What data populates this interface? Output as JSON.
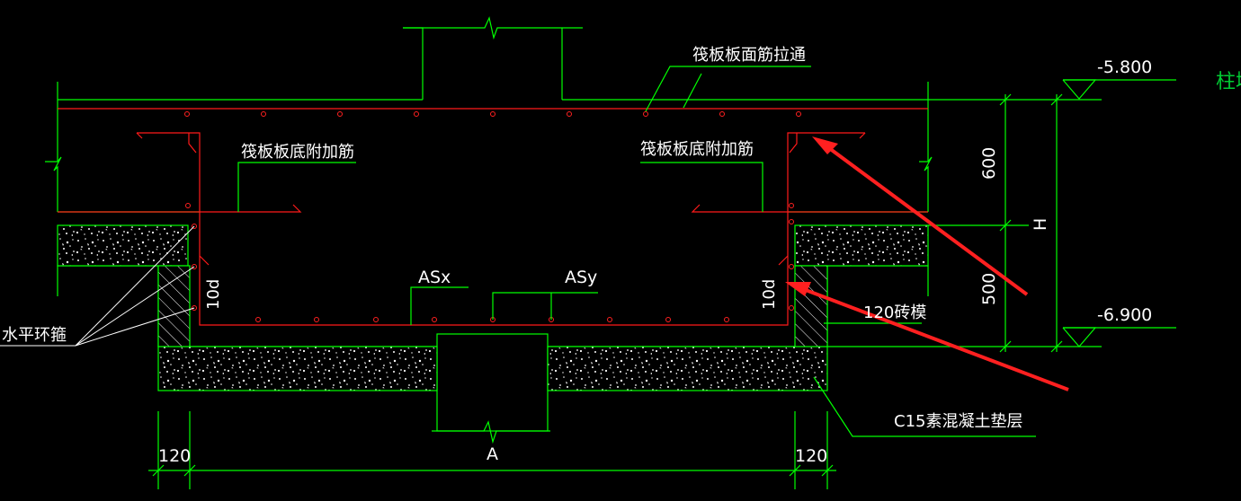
{
  "labels": {
    "top_rebar": "筏板板面筋拉通",
    "bottom_extra_left": "筏板板底附加筋",
    "bottom_extra_right": "筏板板底附加筋",
    "asx": "ASx",
    "asy": "ASy",
    "lap_left": "10d",
    "lap_right": "10d",
    "brick_mold": "120砖模",
    "hoop": "水平环箍",
    "cushion": "C15素混凝土垫层",
    "center_a": "A",
    "edge_cut": "柱墩"
  },
  "levels": {
    "top": "-5.800",
    "bottom": "-6.900"
  },
  "dimensions": {
    "upper": "600",
    "lower": "500",
    "total": "H",
    "left_wall": "120",
    "right_wall": "120"
  },
  "colors": {
    "background": "#000000",
    "outline": "#00ff00",
    "rebar": "#ff1a1a",
    "annotation": "#ffffff",
    "callout_arrow": "#ff2020"
  }
}
